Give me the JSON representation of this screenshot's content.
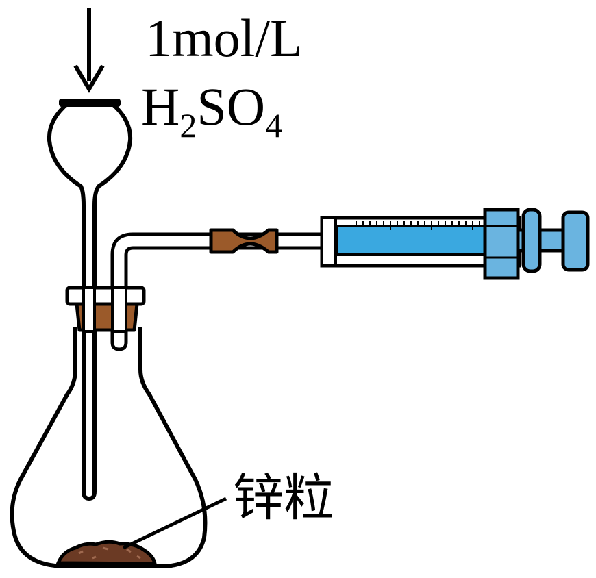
{
  "labels": {
    "acid_concentration": "1mol/L",
    "acid_formula_h": "H",
    "acid_formula_h_sub": "2",
    "acid_formula_so": "SO",
    "acid_formula_o_sub": "4",
    "zinc_granules": "锌粒"
  },
  "colors": {
    "outline": "#000000",
    "rubber": "#9b5a2a",
    "syringe_barrel_fill": "#3aa8e0",
    "syringe_plunger": "#6ab4e0",
    "zinc": "#6b3a24",
    "glass": "#ffffff"
  }
}
